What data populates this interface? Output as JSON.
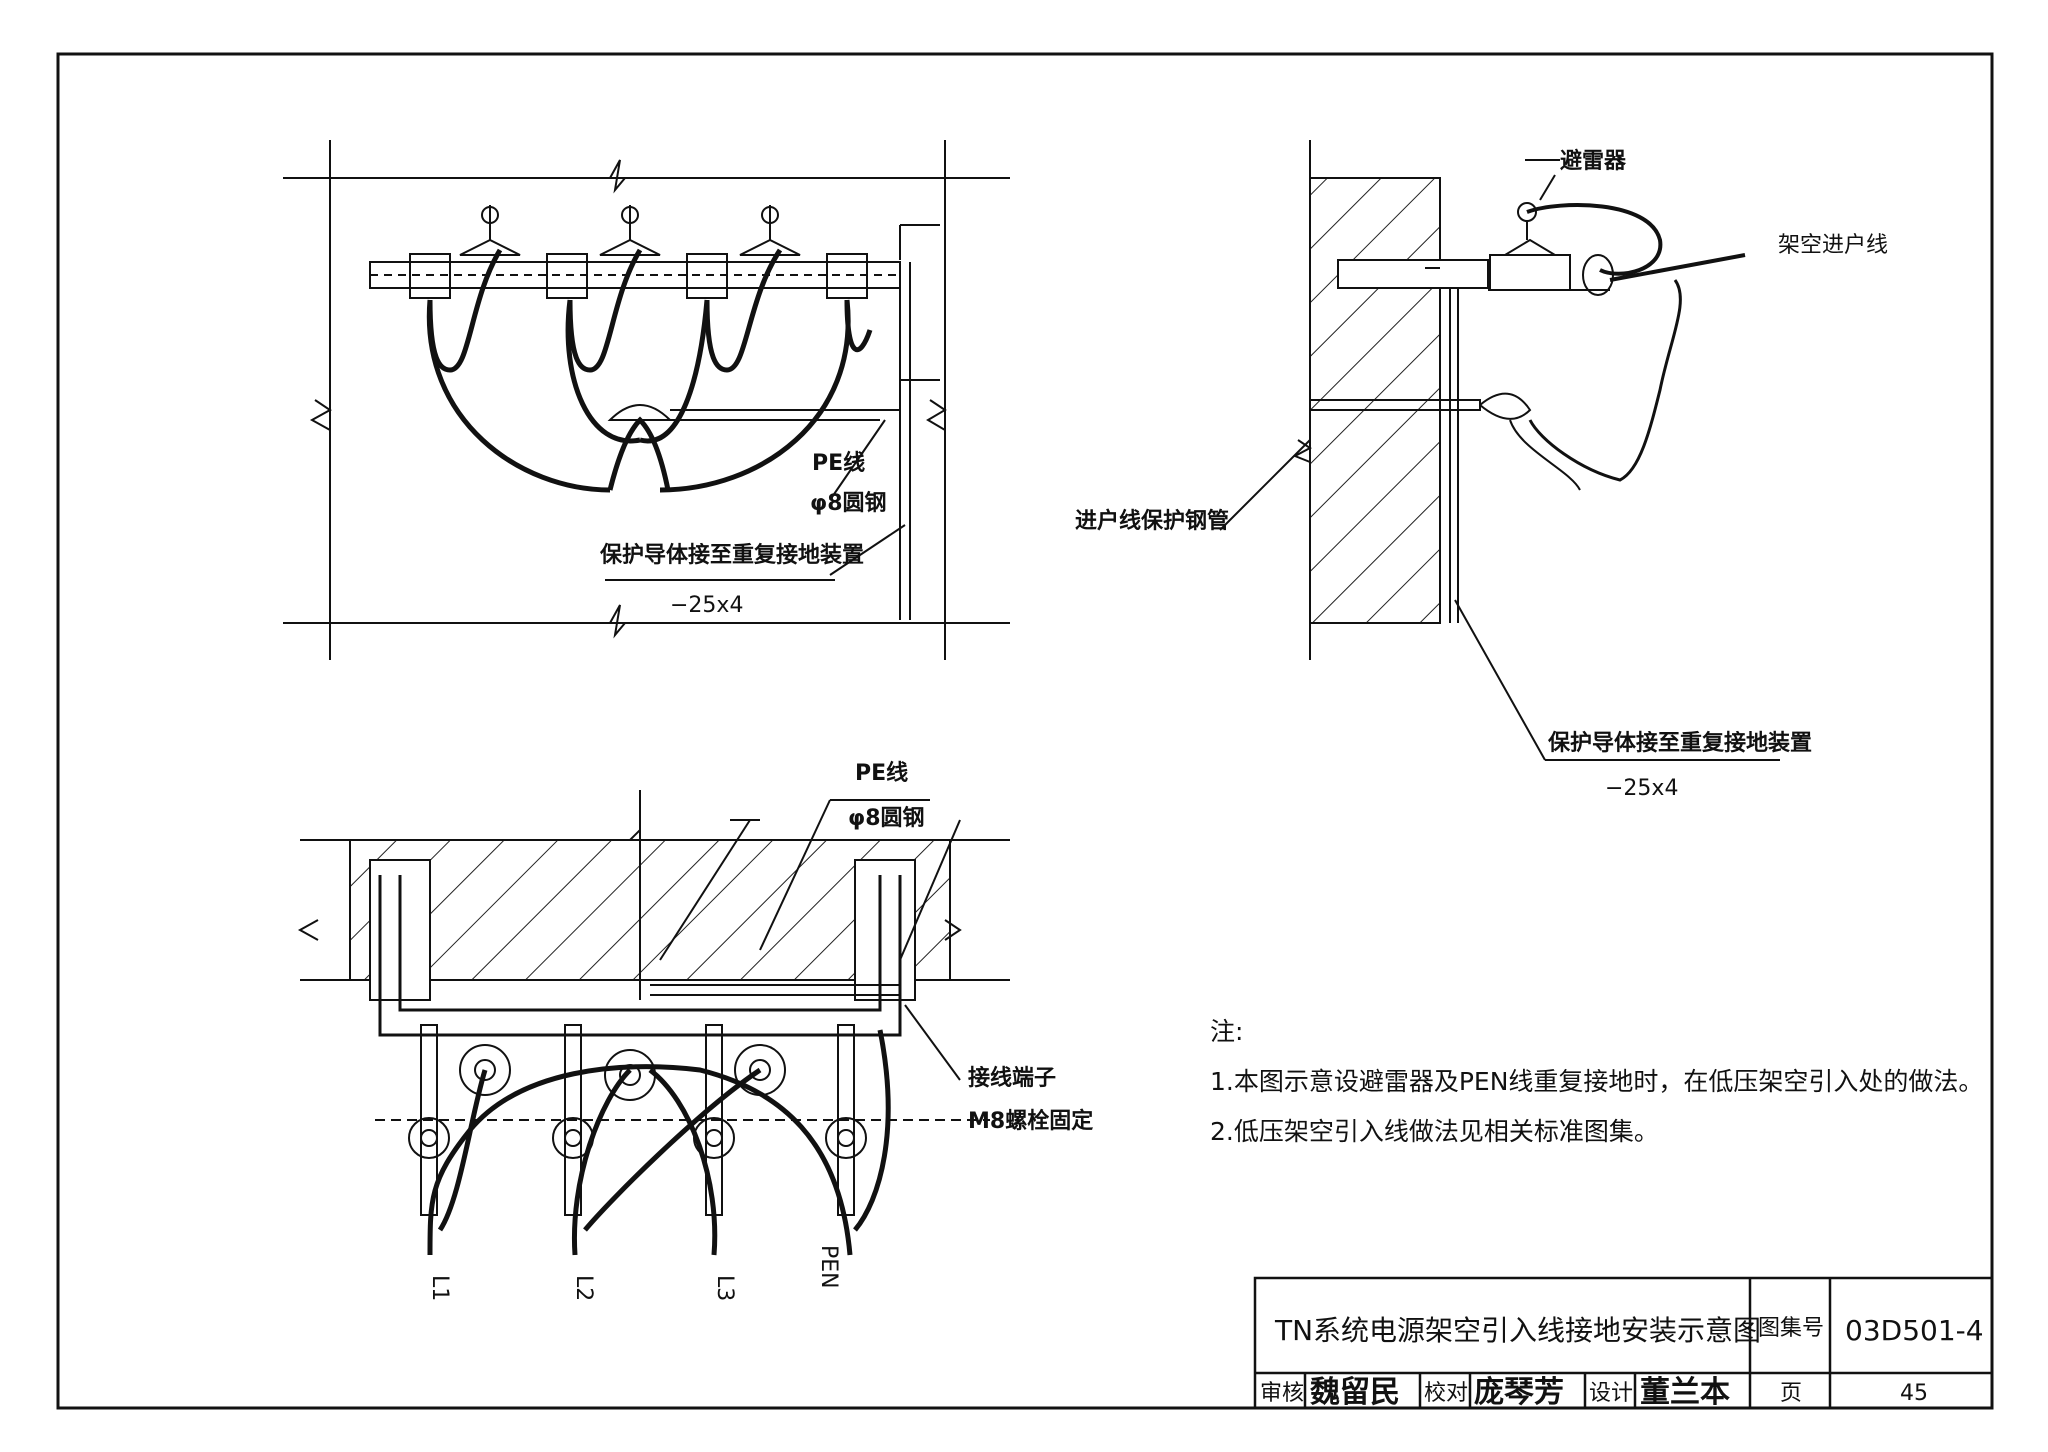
{
  "diagram": {
    "top_left": {
      "pe_wire": "PE线",
      "round_steel": "φ8圆钢",
      "protective_conductor": "保护导体接至重复接地装置",
      "flat_steel_size": "−25x4"
    },
    "top_right": {
      "arrester": "避雷器",
      "overhead_line": "架空进户线",
      "entrance_pipe": "进户线保护钢管",
      "protective_conductor": "保护导体接至重复接地装置",
      "flat_steel_size": "−25x4"
    },
    "bottom_left": {
      "pe_wire": "PE线",
      "round_steel": "φ8圆钢",
      "terminal": "接线端子",
      "bolt": "M8螺栓固定",
      "wires": [
        "L1",
        "L2",
        "L3",
        "PEN"
      ]
    }
  },
  "notes": {
    "heading": "注:",
    "items": [
      "1.本图示意设避雷器及PEN线重复接地时，在低压架空引入处的做法。",
      "2.低压架空引入线做法见相关标准图集。"
    ]
  },
  "title_block": {
    "title": "TN系统电源架空引入线接地安装示意图",
    "atlas_label": "图集号",
    "atlas_no": "03D501-4",
    "review_label": "审核",
    "reviewer": "魏留民",
    "check_label": "校对",
    "checker": "庞琴芳",
    "design_label": "设计",
    "designer": "董兰本",
    "page_label": "页",
    "page_no": "45"
  }
}
